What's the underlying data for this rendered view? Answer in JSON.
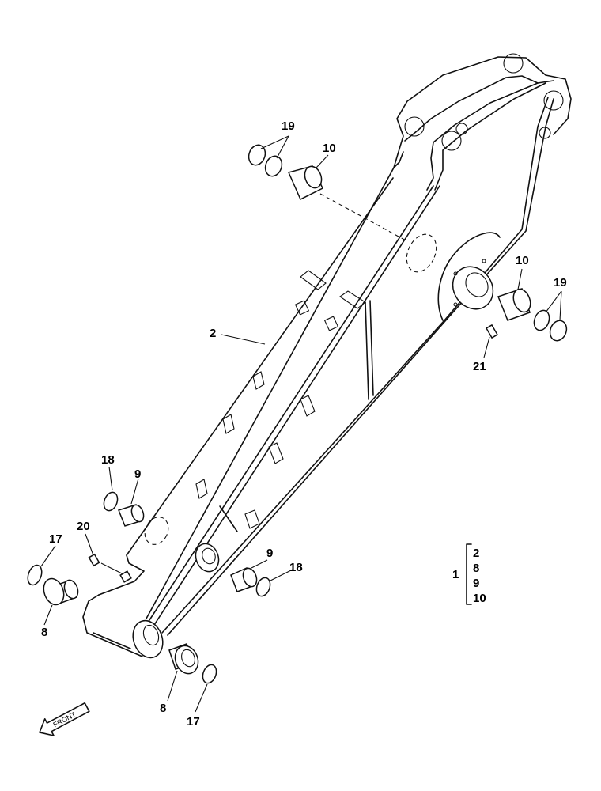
{
  "callouts": {
    "c19a": "19",
    "c10a": "10",
    "c10b": "10",
    "c19b": "19",
    "c21": "21",
    "c2": "2",
    "c18a": "18",
    "c9a": "9",
    "c20": "20",
    "c17a": "17",
    "c8a": "8",
    "c9b": "9",
    "c18b": "18",
    "c8b": "8",
    "c17b": "17"
  },
  "assembly": {
    "parent": "1",
    "children": [
      "2",
      "8",
      "9",
      "10"
    ]
  },
  "front_arrow": {
    "label": "FRONT"
  }
}
